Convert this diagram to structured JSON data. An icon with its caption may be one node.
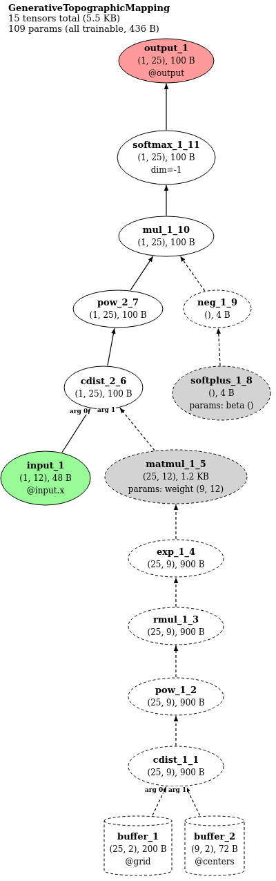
{
  "diagram": {
    "title": "GenerativeTopographicMapping",
    "nodes": [
      {
        "text": [
          "output_1",
          "(1, 25), 100 B",
          "@output"
        ]
      },
      {
        "text": [
          "softmax_1_11",
          "(1, 25), 100 B",
          "dim=-1"
        ]
      },
      {
        "text": [
          "mul_1_10",
          "(1, 25), 100 B"
        ]
      },
      {
        "text": [
          "pow_2_7",
          "(1, 25), 100 B"
        ]
      },
      {
        "text": [
          "neg_1_9",
          "(), 4 B"
        ]
      },
      {
        "text": [
          "softplus_1_8",
          "(), 4 B",
          "params: beta ()"
        ]
      },
      {
        "text": [
          "cdist_2_6",
          "(1, 25), 100 B"
        ]
      },
      {
        "text": [
          "input_1",
          "(1, 12), 48 B",
          "@input.x"
        ]
      },
      {
        "text": [
          "matmul_1_5",
          "(25, 12), 1.2 KB",
          "params: weight (9, 12)"
        ]
      },
      {
        "text": [
          "exp_1_4",
          "(25, 9), 900 B"
        ]
      },
      {
        "text": [
          "rmul_1_3",
          "(25, 9), 900 B"
        ]
      },
      {
        "text": [
          "pow_1_2",
          "(25, 9), 900 B"
        ]
      },
      {
        "text": [
          "cdist_1_1",
          "(25, 9), 900 B"
        ]
      },
      {
        "text": [
          "buffer_1",
          "(25, 2), 200 B",
          "@grid"
        ]
      },
      {
        "text": [
          "buffer_2",
          "(9, 2), 72 B",
          "@centers"
        ]
      }
    ],
    "edges": [
      {
        "from": 1,
        "to": 0,
        "arrow": "to"
      },
      {
        "from": 2,
        "to": 1,
        "arrow": "to"
      },
      {
        "from": 3,
        "to": 2,
        "arrow": "to"
      },
      {
        "from": 4,
        "to": 2,
        "arrow": "to",
        "style": "dashed"
      },
      {
        "from": 5,
        "to": 4,
        "arrow": "to",
        "style": "dashed"
      },
      {
        "from": 6,
        "to": 3,
        "arrow": "to"
      },
      {
        "from": 7,
        "to": 6,
        "arrow": "to",
        "label": "arg 0"
      },
      {
        "from": 8,
        "to": 6,
        "arrow": "to",
        "label": "arg 1",
        "style": "dashed"
      },
      {
        "from": 9,
        "to": 8,
        "arrow": "to",
        "style": "dashed"
      },
      {
        "from": 10,
        "to": 9,
        "arrow": "to",
        "style": "dashed"
      },
      {
        "from": 11,
        "to": 10,
        "arrow": "to",
        "style": "dashed"
      },
      {
        "from": 12,
        "to": 11,
        "arrow": "to",
        "style": "dashed"
      },
      {
        "from": 13,
        "to": 12,
        "arrow": "to",
        "label": "arg 0",
        "style": "dashed"
      },
      {
        "from": 14,
        "to": 12,
        "arrow": "to",
        "label": "arg 1",
        "style": "dashed"
      }
    ],
    "labels": [
      "15 tensors total (5.5 KB)",
      "109 params (all trainable, 436 B)"
    ]
  }
}
